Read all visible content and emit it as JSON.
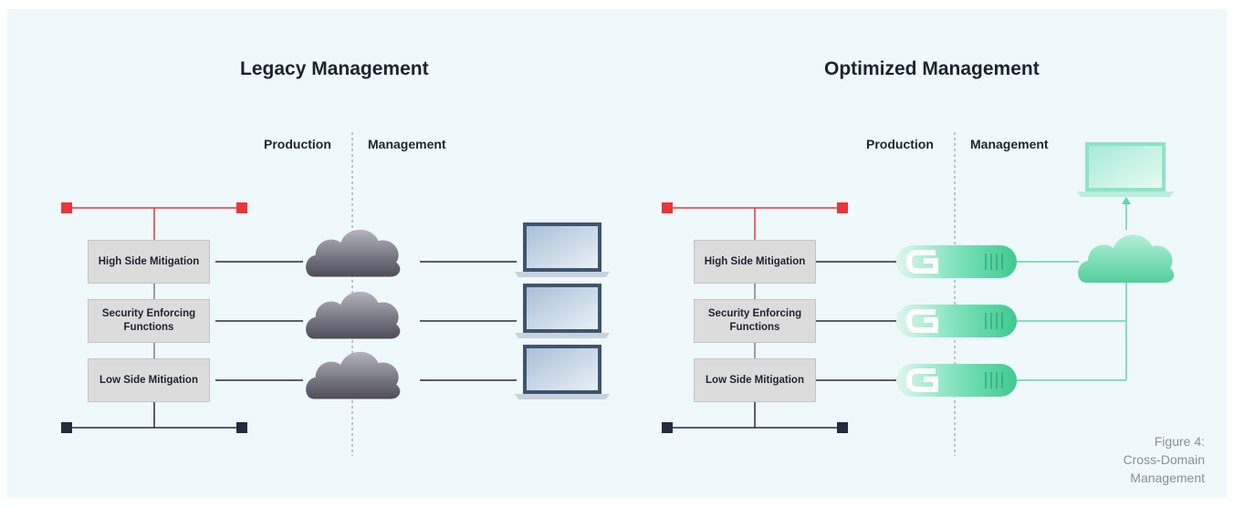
{
  "legacy": {
    "title": "Legacy Management",
    "production_label": "Production",
    "management_label": "Management",
    "boxes": [
      "High Side Mitigation",
      "Security Enforcing Functions",
      "Low Side Mitigation"
    ]
  },
  "optimized": {
    "title": "Optimized Management",
    "production_label": "Production",
    "management_label": "Management",
    "boxes": [
      "High Side Mitigation",
      "Security Enforcing Functions",
      "Low Side Mitigation"
    ]
  },
  "caption": [
    "Figure 4:",
    "Cross-Domain",
    "Management"
  ],
  "colors": {
    "high_side": "#e8363a",
    "low_side": "#262a3d",
    "green": "#5fd6a5",
    "cloud_gray": "#6b6b78",
    "laptop_blue": "#3d5570"
  }
}
